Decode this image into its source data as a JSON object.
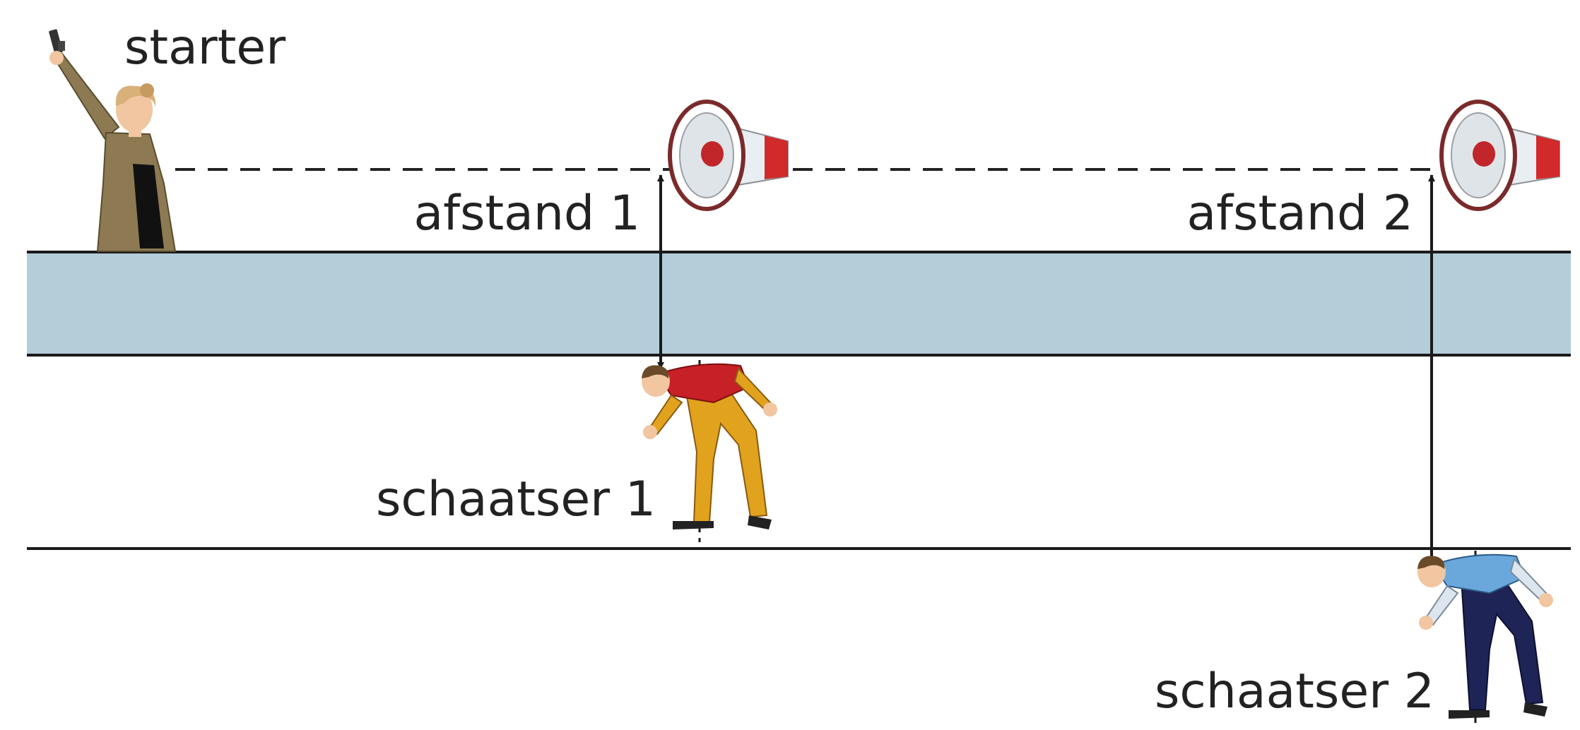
{
  "labels": {
    "starter": "starter",
    "distance_1": "afstand 1",
    "distance_2": "afstand 2",
    "skater_1": "schaatser 1",
    "skater_2": "schaatser 2"
  },
  "colors": {
    "ice": "#b3cdd9",
    "line": "#1a1a1a",
    "coat": "#8d7a52",
    "hair": "#d8b07a",
    "skater_1_suit": "#e1a21e",
    "skater_1_top": "#c72027",
    "skater_2_suit": "#1f2456",
    "skater_2_top": "#6aa8dc",
    "megaphone_red": "#d22a2a",
    "megaphone_white": "#e9eef3"
  },
  "icons": {
    "loudspeaker_1": "megaphone-icon",
    "loudspeaker_2": "megaphone-icon",
    "starting_pistol": "pistol-icon"
  }
}
